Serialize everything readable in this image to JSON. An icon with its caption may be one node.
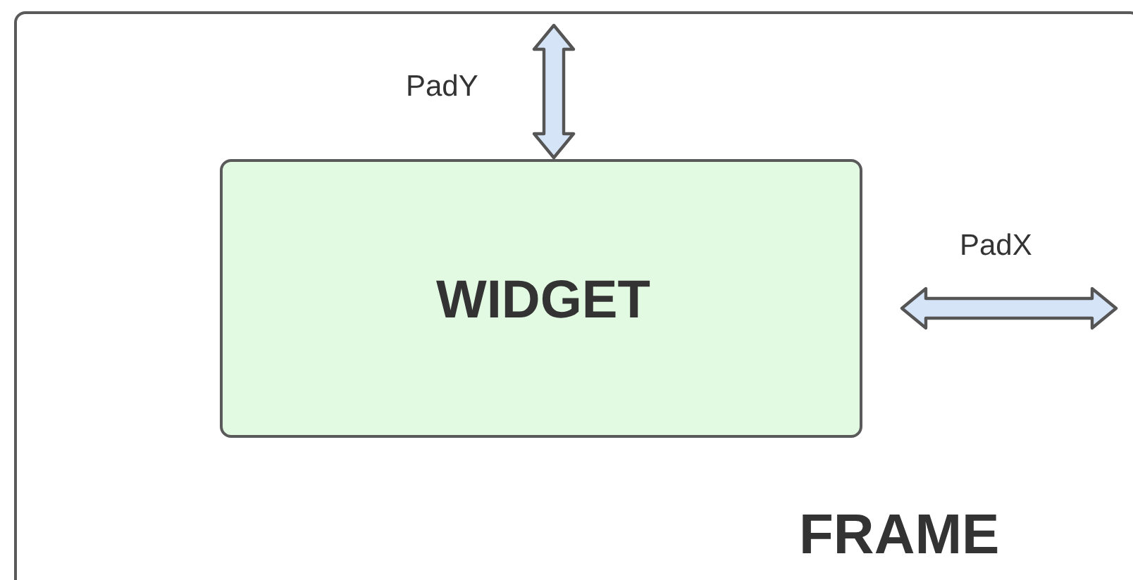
{
  "diagram": {
    "nodes": [
      {
        "text": [
          "FRAME"
        ]
      },
      {
        "text": [
          "WIDGET"
        ],
        "in": 0
      }
    ],
    "labels": [
      "PadY",
      "PadX"
    ]
  }
}
